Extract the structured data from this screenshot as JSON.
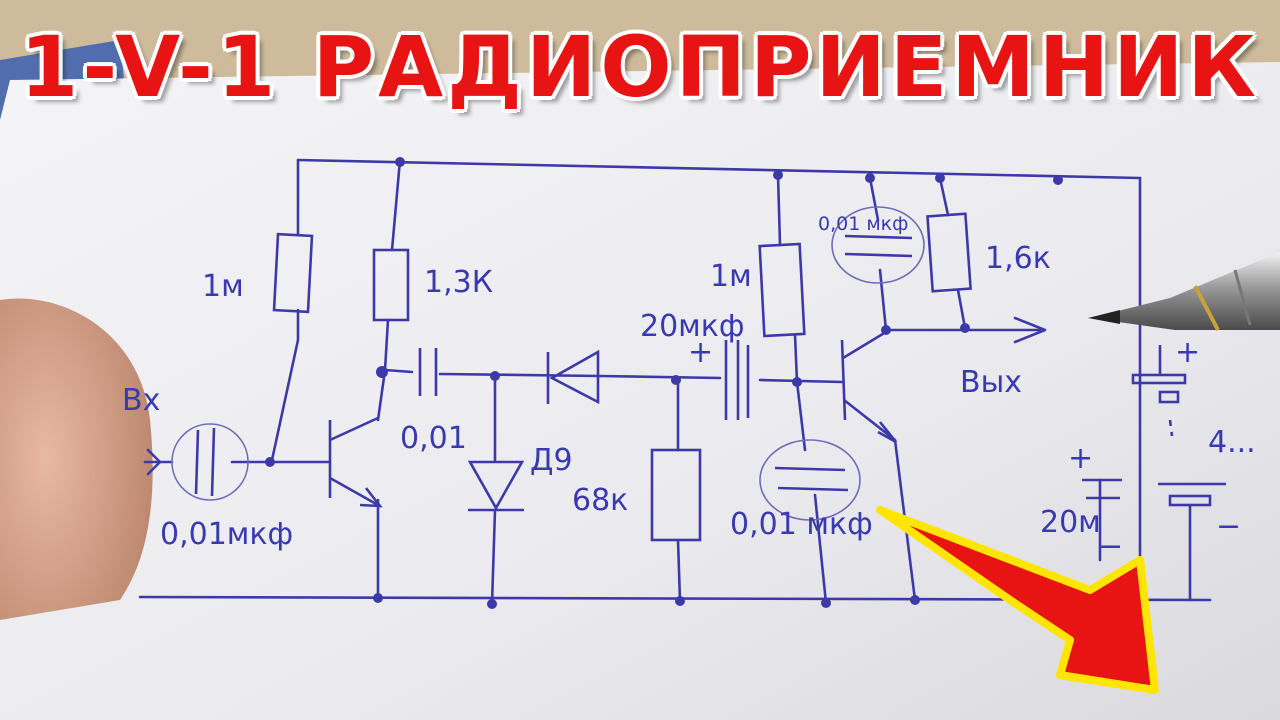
{
  "title": "1-V-1 РАДИОПРИЕМНИК",
  "labels": {
    "input": "Вх",
    "output": "Вых",
    "r1": "1м",
    "r2": "1,3К",
    "r3": "68к",
    "r4": "1м",
    "r5": "1,6к",
    "c_in": "0,01мкф",
    "c2": "0,01",
    "c_electrolytic": "20мкф",
    "c_bottom": "0,01 мкф",
    "c_top": "0,01 мкф",
    "diode": "Д9",
    "plus1": "+",
    "plus2": "+",
    "plus3": "+",
    "minus1": "−",
    "minus2": "−",
    "battery_voltage": "4...",
    "battery_side": "20м"
  },
  "colors": {
    "ink": "#3d3aa8",
    "title": "#e81414",
    "arrow": "#e81414",
    "arrow_outline": "#ffe500"
  }
}
